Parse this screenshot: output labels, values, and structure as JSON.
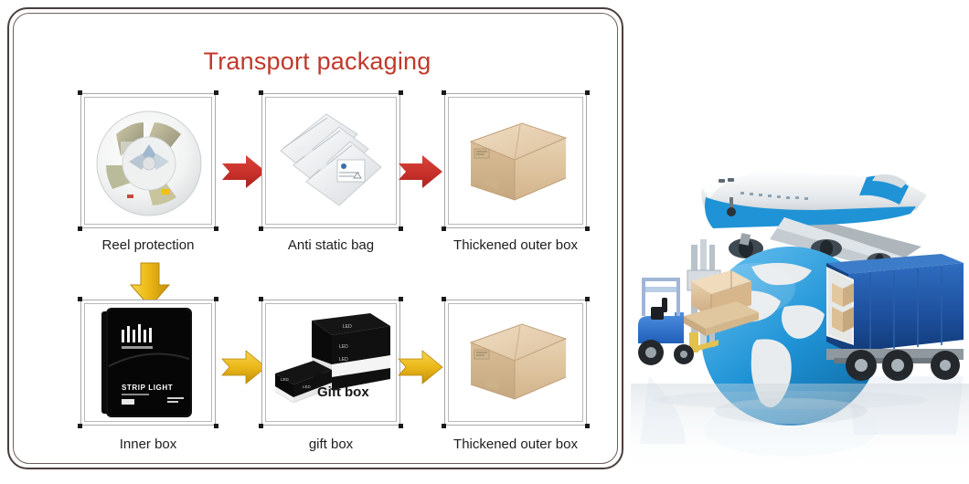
{
  "panel": {
    "title": "Transport packaging",
    "title_color": "#c0392b",
    "frame_color": "#4a3f3c"
  },
  "flow": {
    "rows": [
      {
        "arrow_color": "#cc2f2a",
        "arrow_name": "red-arrow-right",
        "items": [
          {
            "caption": "Reel protection",
            "image": "led-reel-image"
          },
          {
            "caption": "Anti static bag",
            "image": "anti-static-bag-image"
          },
          {
            "caption": "Thickened outer box",
            "image": "carton-box-image"
          }
        ]
      },
      {
        "arrow_color": "#e8b426",
        "arrow_name": "yellow-arrow-right",
        "items": [
          {
            "caption": "Inner box",
            "image": "black-inner-box-image",
            "product_text": "STRIP LIGHT"
          },
          {
            "caption": "gift box",
            "image": "gift-box-image",
            "overlay_label": "Gift box"
          },
          {
            "caption": "Thickened outer box",
            "image": "carton-box-image"
          }
        ]
      }
    ],
    "down_arrow": {
      "name": "yellow-arrow-down",
      "color": "#e8b426"
    }
  },
  "logistics": {
    "name": "global-logistics-illustration",
    "elements": [
      "airplane",
      "globe",
      "forklift",
      "cargo-truck",
      "pallet-boxes"
    ],
    "colors": {
      "plane_body": "#e9ecef",
      "plane_accent": "#1f93d6",
      "globe_ocean": "#1f93d6",
      "globe_land": "#e6e9eb",
      "truck": "#1e4f9c",
      "forklift": "#2f6fd0",
      "carton": "#d9b68c"
    }
  }
}
